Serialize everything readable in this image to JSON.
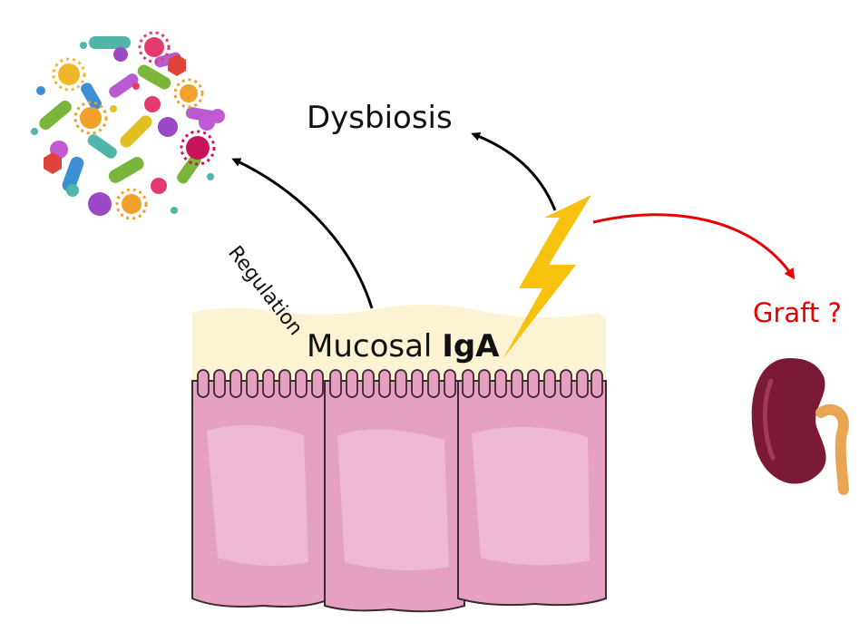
{
  "labels": {
    "dysbiosis": "Dysbiosis",
    "regulation": "Regulation",
    "mucosal_prefix": "Mucosal",
    "mucosal_bold": "IgA",
    "graft": "Graft ?"
  },
  "colors": {
    "graft_text": "#e60000",
    "graft_arrow": "#e60000",
    "arrow_black": "#000000",
    "mucus": "#fbf3d2",
    "cell_fill": "#e6a1c2",
    "cell_light": "#f0c3da",
    "cell_outline": "#3a2a30",
    "lightning": "#f6c20e",
    "kidney": "#7a1a34",
    "ureter": "#e8a654"
  },
  "icons": [
    "microbiota-cluster-icon",
    "lightning-bolt-icon",
    "kidney-icon",
    "epithelium-icon"
  ]
}
